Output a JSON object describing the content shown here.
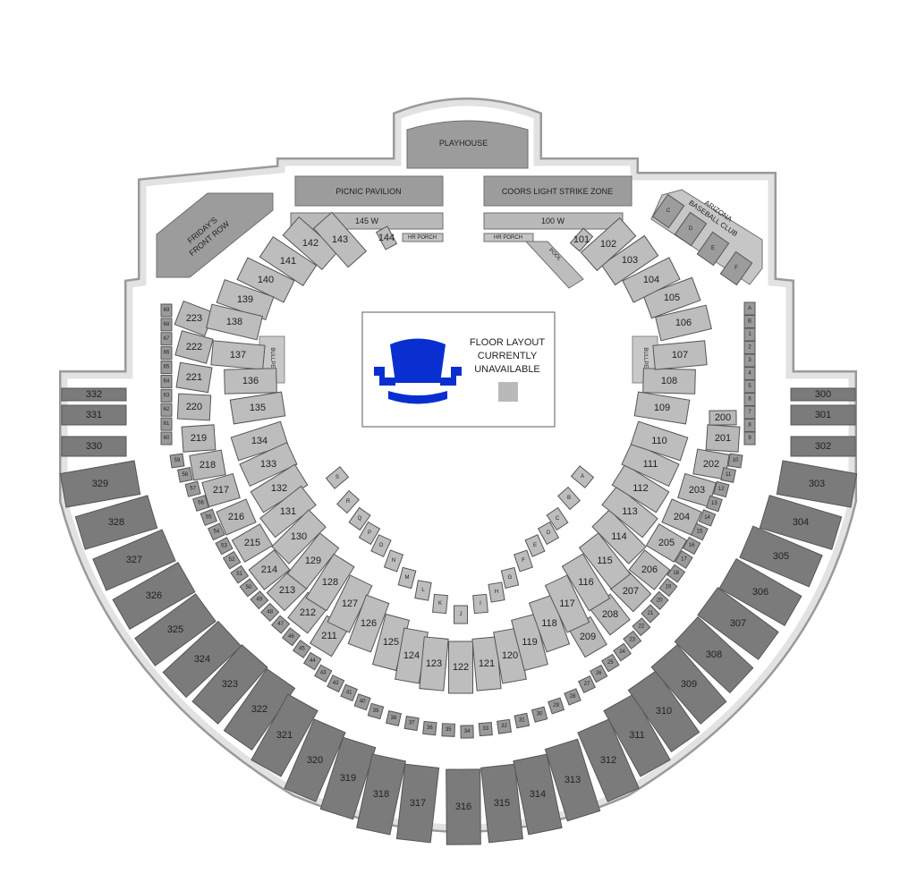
{
  "labels": {
    "playhouse": "PLAYHOUSE",
    "picnic_pavilion": "PICNIC PAVILION",
    "strike_zone": "COORS LIGHT STRIKE ZONE",
    "w145": "145 W",
    "w100": "100 W",
    "hr_porch_left": "HR PORCH",
    "hr_porch_right": "HR PORCH",
    "fridays_line1": "FRIDAY'S",
    "fridays_line2": "FRONT ROW",
    "club_line1": "ARIZONA",
    "club_line2": "BASEBALL CLUB",
    "pool": "POOL",
    "bullpen_left": "BULLPEN",
    "bullpen_right": "BULLPEN"
  },
  "floor_notice": {
    "line1": "FLOOR LAYOUT",
    "line2": "CURRENTLY",
    "line3": "UNAVAILABLE",
    "icon": "seat-icon"
  },
  "colors": {
    "upper_level": "#7b7b7b",
    "mezzanine_level": "#b8b8b8",
    "lower_level": "#bdbdbd",
    "suite_boxes": "#9a9a9a",
    "structures": "#9c9c9c",
    "seat_icon": "#0a2fd0",
    "unavailable_swatch": "#b9b9b9"
  },
  "sections": {
    "upper": [
      "332",
      "331",
      "330",
      "329",
      "328",
      "327",
      "326",
      "325",
      "324",
      "323",
      "322",
      "321",
      "320",
      "319",
      "318",
      "317",
      "316",
      "315",
      "314",
      "313",
      "312",
      "311",
      "310",
      "309",
      "308",
      "307",
      "306",
      "305",
      "304",
      "303",
      "302",
      "301",
      "300"
    ],
    "mezzanine": [
      "223",
      "222",
      "221",
      "220",
      "219",
      "218",
      "217",
      "216",
      "215",
      "214",
      "213",
      "212",
      "211",
      "209",
      "208",
      "207",
      "206",
      "205",
      "204",
      "203",
      "202",
      "201",
      "200"
    ],
    "lower": [
      "142",
      "143",
      "144",
      "141",
      "140",
      "139",
      "138",
      "137",
      "136",
      "135",
      "134",
      "133",
      "132",
      "131",
      "130",
      "129",
      "128",
      "127",
      "126",
      "125",
      "124",
      "123",
      "122",
      "121",
      "120",
      "119",
      "118",
      "117",
      "116",
      "115",
      "114",
      "113",
      "112",
      "111",
      "110",
      "109",
      "108",
      "107",
      "106",
      "105",
      "104",
      "103",
      "102",
      "101"
    ],
    "field_boxes": [
      "A",
      "B",
      "C",
      "D",
      "E",
      "F",
      "G",
      "H",
      "I",
      "J",
      "K",
      "L",
      "M",
      "N",
      "O",
      "P",
      "Q",
      "R",
      "S"
    ],
    "club_boxes": [
      "C",
      "D",
      "E",
      "F"
    ],
    "suites_left_column": [
      "69",
      "68",
      "67",
      "66",
      "65",
      "64",
      "63",
      "62",
      "61",
      "60"
    ],
    "suites_left_ring": [
      "59",
      "58",
      "57",
      "56",
      "55",
      "54",
      "53",
      "52",
      "51",
      "50",
      "49",
      "48",
      "47",
      "46",
      "45",
      "44",
      "43",
      "42",
      "41",
      "40",
      "39"
    ],
    "suites_bottom_ring": [
      "38",
      "37",
      "36",
      "35",
      "34",
      "33",
      "32",
      "31",
      "30",
      "29",
      "28"
    ],
    "suites_right_ring": [
      "27",
      "26",
      "25",
      "24",
      "23",
      "22",
      "21",
      "20",
      "19",
      "18",
      "17",
      "16",
      "15",
      "14",
      "13",
      "12",
      "11",
      "10"
    ],
    "suites_right_column": [
      "9",
      "8",
      "7",
      "6",
      "5",
      "4",
      "3",
      "2",
      "1",
      "B",
      "A"
    ]
  }
}
